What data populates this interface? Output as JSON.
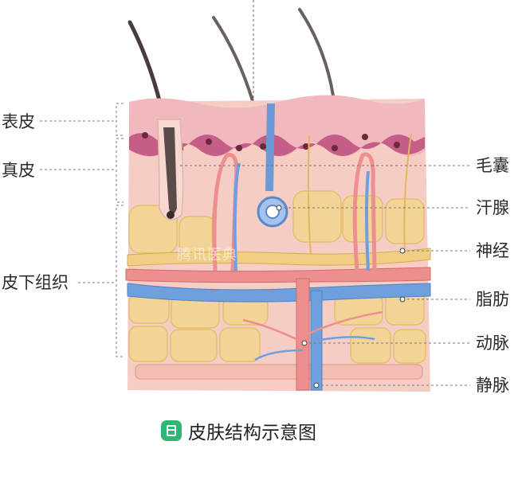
{
  "labels_left": {
    "epidermis": "表皮",
    "dermis": "真皮",
    "subcutaneous": "皮下组织"
  },
  "labels_right": {
    "hair_follicle": "毛囊",
    "sweat_gland": "汗腺",
    "nerve": "神经",
    "fat": "脂肪",
    "artery": "动脉",
    "vein": "静脉"
  },
  "caption": {
    "text": "皮肤结构示意图",
    "icon": "document-icon"
  },
  "watermark": "腾讯医典",
  "colors": {
    "epidermis": "#f2b9c0",
    "dermis": "#f6cfc8",
    "fat": "#f4d59a",
    "artery": "#ee8f8f",
    "vein": "#6fa0dd",
    "nerve": "#e8bf6a",
    "hair": "#5a4a48",
    "accent": "#2fb574"
  }
}
